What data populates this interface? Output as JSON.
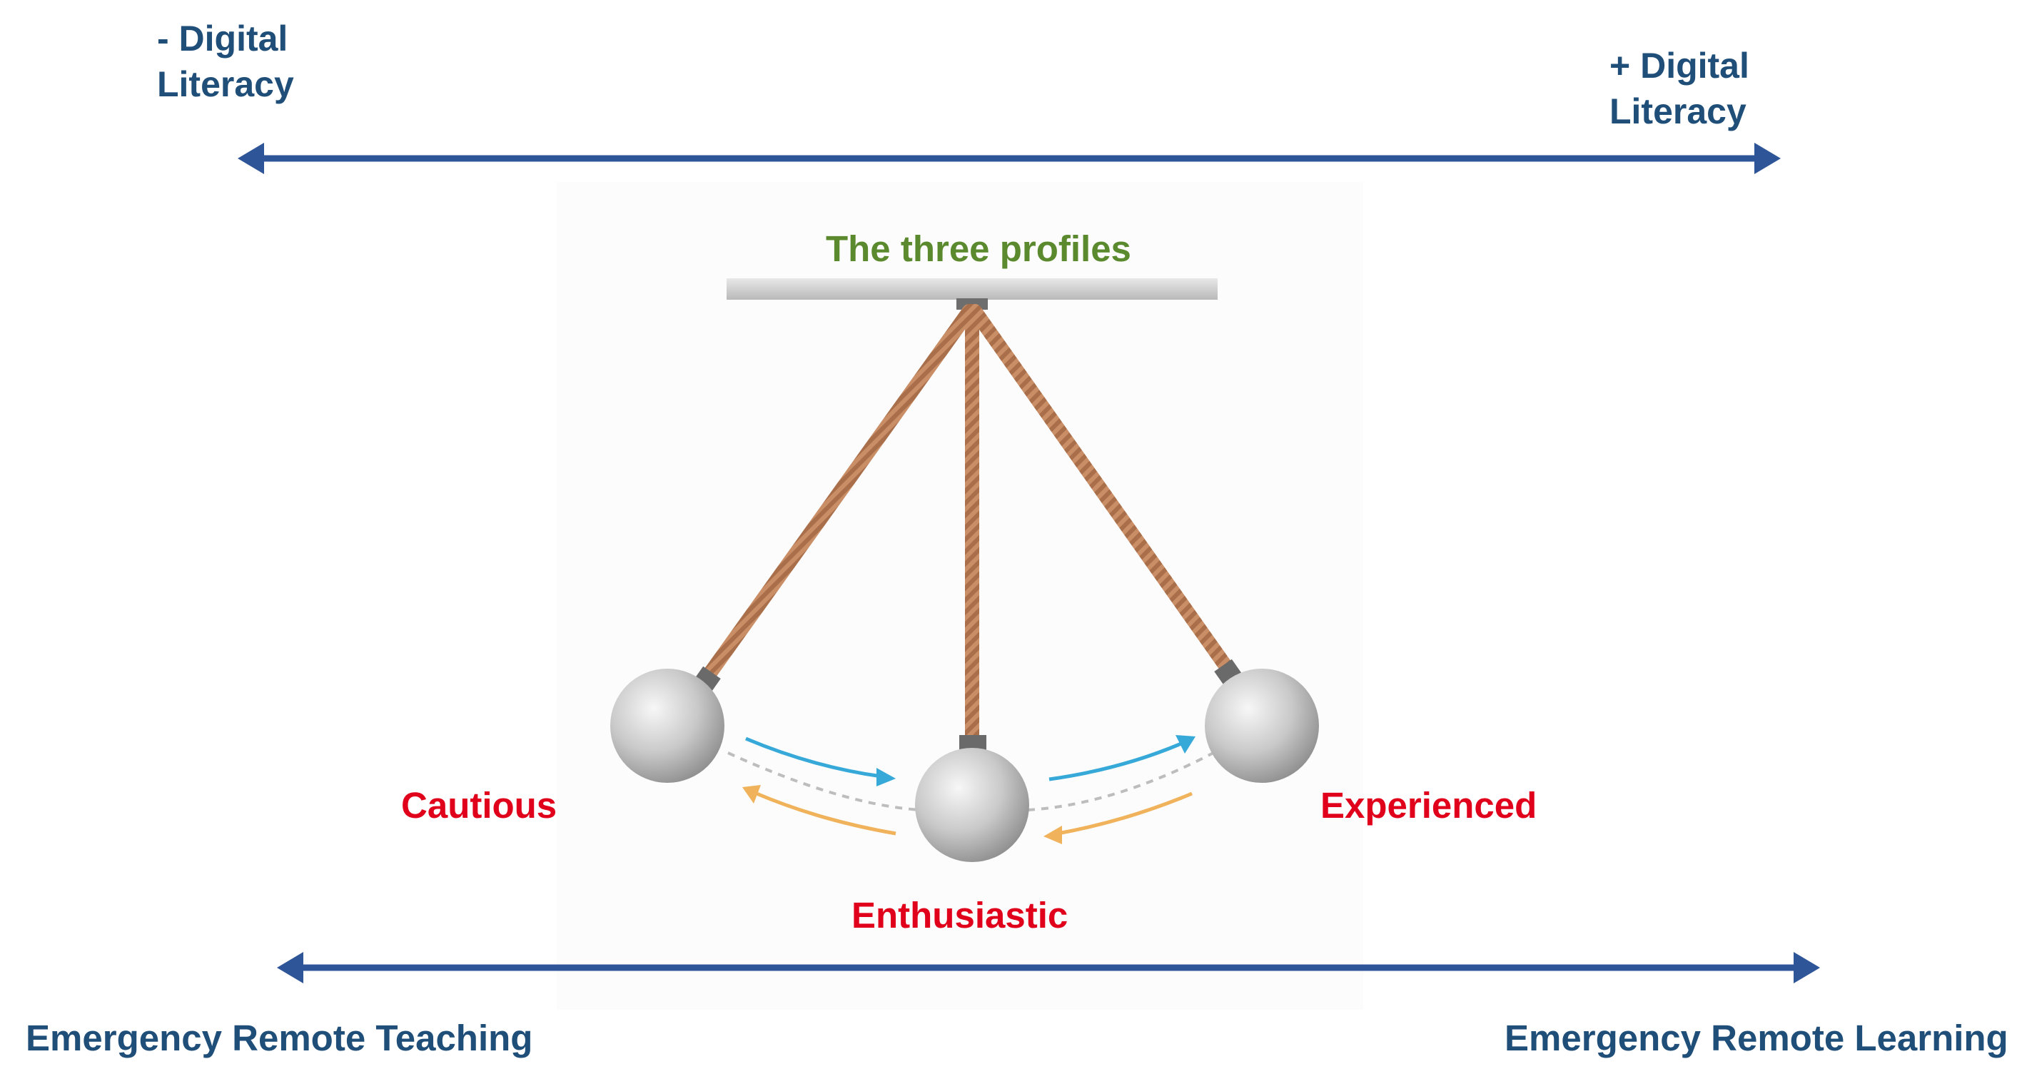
{
  "axis_top": {
    "left_label_line1": "- Digital",
    "left_label_line2": "Literacy",
    "right_label_line1": "+ Digital",
    "right_label_line2": "Literacy"
  },
  "title": "The three profiles",
  "profiles": {
    "left": "Cautious",
    "center": "Enthusiastic",
    "right": "Experienced"
  },
  "axis_bottom": {
    "left_label": "Emergency Remote Teaching",
    "right_label": "Emergency Remote Learning"
  },
  "colors": {
    "axis": "#2e5597",
    "axis_text": "#1f4e79",
    "profile_text": "#e0001b",
    "title_text": "#5b8a2e",
    "rope": "#c08a63",
    "arrow_blue": "#36a9d9",
    "arrow_orange": "#f0b25a"
  }
}
